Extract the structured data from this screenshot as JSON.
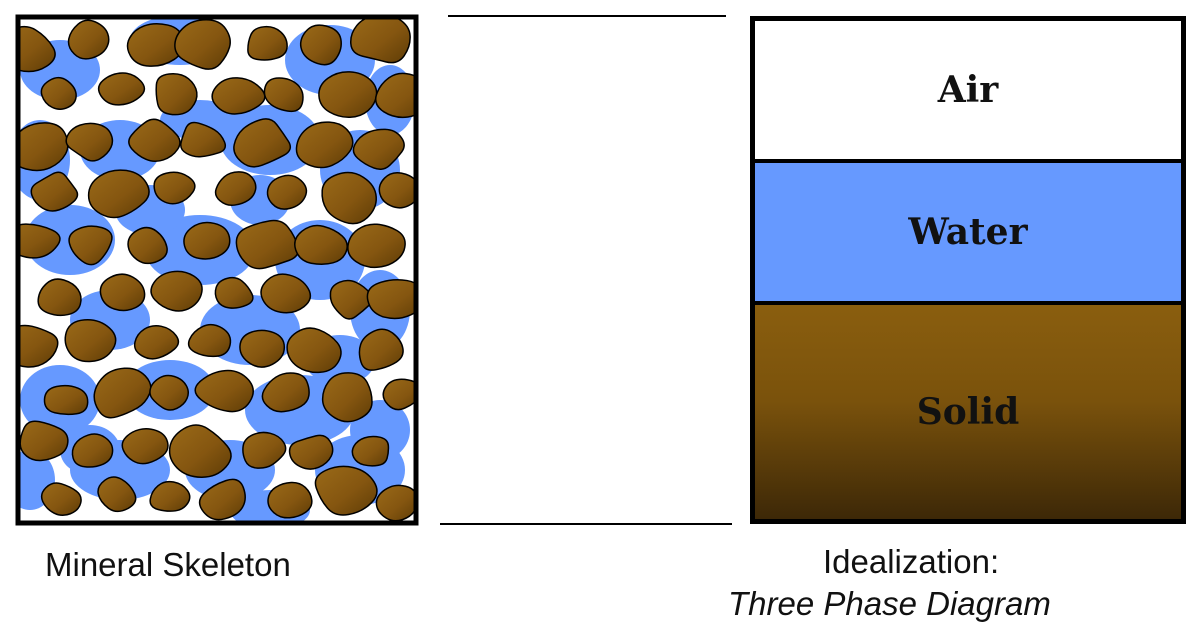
{
  "mineral_skeleton": {
    "caption": "Mineral Skeleton",
    "colors": {
      "grain": "#8a5a10",
      "grain_dark": "#5a3a06",
      "water": "#6699ff",
      "air": "#ffffff",
      "border": "#000000"
    }
  },
  "phase_diagram": {
    "caption_line1": "Idealization:",
    "caption_line2": "Three Phase Diagram",
    "phases": [
      {
        "label": "Air",
        "color": "#ffffff"
      },
      {
        "label": "Water",
        "color": "#6699ff"
      },
      {
        "label": "Solid",
        "color": "#7a520c"
      }
    ]
  }
}
